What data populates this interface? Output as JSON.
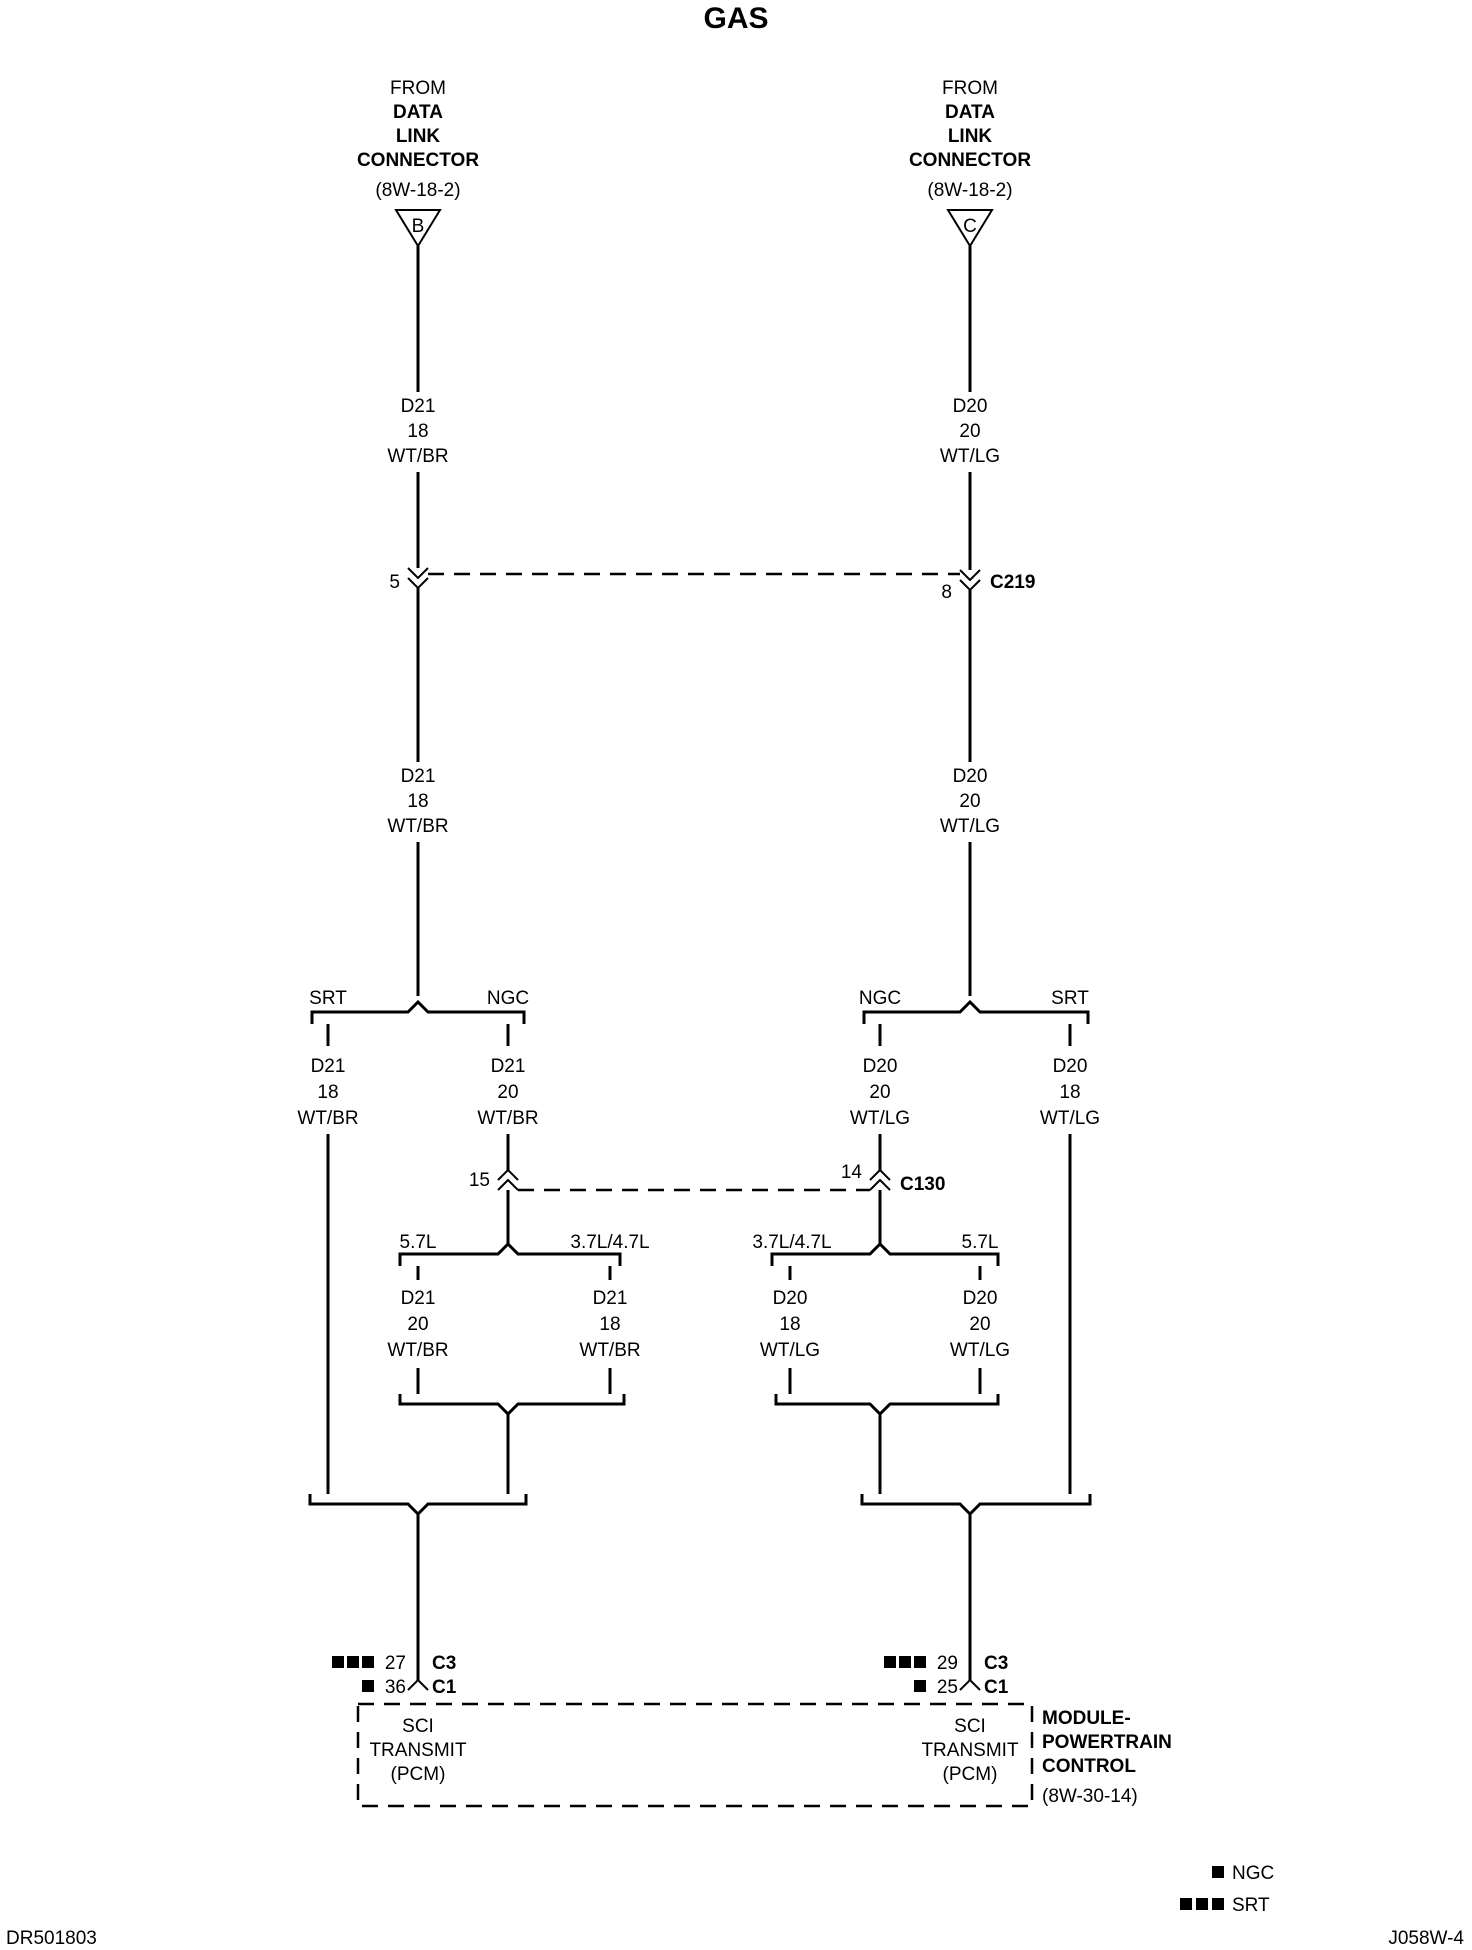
{
  "title": "GAS",
  "source_left": {
    "lines": [
      "FROM",
      "DATA",
      "LINK",
      "CONNECTOR"
    ],
    "ref": "(8W-18-2)",
    "tag": "B"
  },
  "source_right": {
    "lines": [
      "FROM",
      "DATA",
      "LINK",
      "CONNECTOR"
    ],
    "ref": "(8W-18-2)",
    "tag": "C"
  },
  "wire_d21_18": [
    "D21",
    "18",
    "WT/BR"
  ],
  "wire_d21_20": [
    "D21",
    "20",
    "WT/BR"
  ],
  "wire_d20_20": [
    "D20",
    "20",
    "WT/LG"
  ],
  "wire_d20_18": [
    "D20",
    "18",
    "WT/LG"
  ],
  "c219": {
    "name": "C219",
    "pin_left": "5",
    "pin_right": "8"
  },
  "c130": {
    "name": "C130",
    "pin_left": "15",
    "pin_right": "14"
  },
  "options": {
    "srt": "SRT",
    "ngc": "NGC",
    "e57": "5.7L",
    "e3747": "3.7L/4.7L"
  },
  "pcm": {
    "left": {
      "c3_pin": "27",
      "c1_pin": "36",
      "c3": "C3",
      "c1": "C1"
    },
    "right": {
      "c3_pin": "29",
      "c1_pin": "25",
      "c3": "C3",
      "c1": "C1"
    },
    "function": [
      "SCI",
      "TRANSMIT",
      "(PCM)"
    ],
    "module": [
      "MODULE-",
      "POWERTRAIN",
      "CONTROL"
    ],
    "module_ref": "(8W-30-14)"
  },
  "legend": {
    "ngc": "NGC",
    "srt": "SRT"
  },
  "footer": {
    "left": "DR501803",
    "right": "J058W-4"
  }
}
